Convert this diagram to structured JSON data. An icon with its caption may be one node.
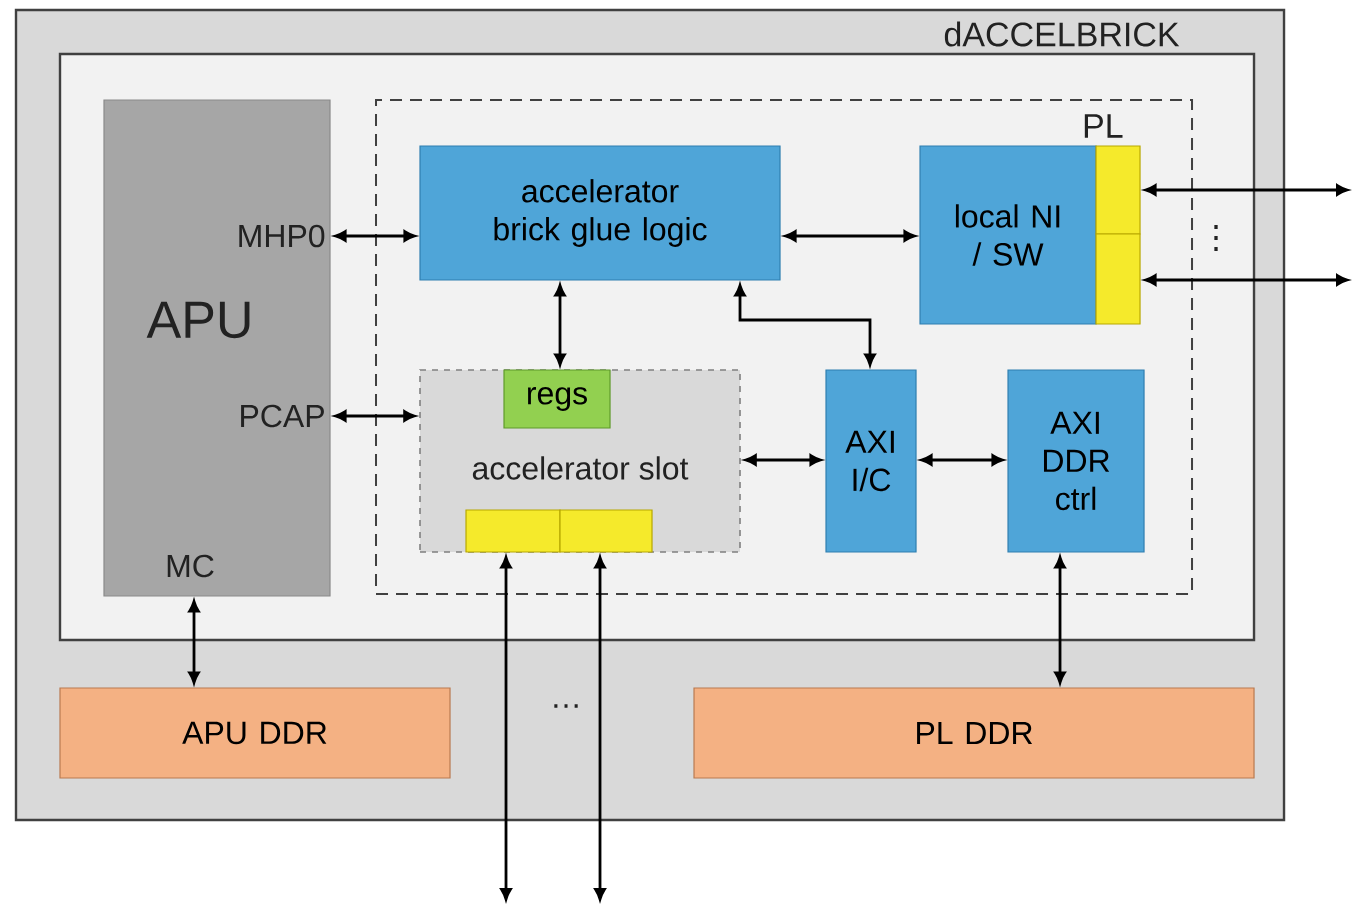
{
  "diagram": {
    "nodes": [
      {
        "text": [
          "dACCELBRICK"
        ]
      },
      {
        "text": [],
        "shape": "box",
        "in": 0
      },
      {
        "text": [
          "PL"
        ],
        "in": 1
      },
      {
        "text": [
          "APU",
          "MHP0",
          "PCAP",
          "MC"
        ],
        "in": 1
      },
      {
        "text": [
          "accelerator brick glue logic"
        ],
        "in": 2
      },
      {
        "text": [
          "local NI / SW"
        ],
        "in": 2
      },
      {
        "text": [],
        "shape": "box",
        "in": 2
      },
      {
        "text": [],
        "shape": "box",
        "in": 2
      },
      {
        "text": [
          "accelerator slot"
        ],
        "in": 2
      },
      {
        "text": [
          "regs"
        ],
        "in": 8
      },
      {
        "text": [],
        "shape": "box",
        "in": 8
      },
      {
        "text": [],
        "shape": "box",
        "in": 8
      },
      {
        "text": [
          "AXI I/C"
        ],
        "in": 2
      },
      {
        "text": [
          "AXI DDR ctrl"
        ],
        "in": 2
      },
      {
        "text": [
          "APU DDR"
        ],
        "in": 0
      },
      {
        "text": [
          "PL DDR"
        ],
        "in": 0
      }
    ],
    "edges": [
      {
        "from": 3,
        "to": 4,
        "arrow": "both"
      },
      {
        "from": 3,
        "to": 8,
        "arrow": "both"
      },
      {
        "from": 4,
        "to": 5,
        "arrow": "both"
      },
      {
        "from": 4,
        "to": 9,
        "arrow": "both"
      },
      {
        "from": 4,
        "to": 12,
        "arrow": "both"
      },
      {
        "from": 8,
        "to": 12,
        "arrow": "both"
      },
      {
        "from": 12,
        "to": 13,
        "arrow": "both"
      },
      {
        "from": 3,
        "to": 14,
        "arrow": "both"
      },
      {
        "from": 13,
        "to": 15,
        "arrow": "both"
      },
      {
        "from": 6,
        "to": null,
        "arrow": "both"
      },
      {
        "from": 7,
        "to": null,
        "arrow": "both"
      },
      {
        "from": 10,
        "to": null,
        "arrow": "both"
      },
      {
        "from": 11,
        "to": null,
        "arrow": "both"
      }
    ],
    "labels": [
      "⋮",
      "…"
    ]
  }
}
